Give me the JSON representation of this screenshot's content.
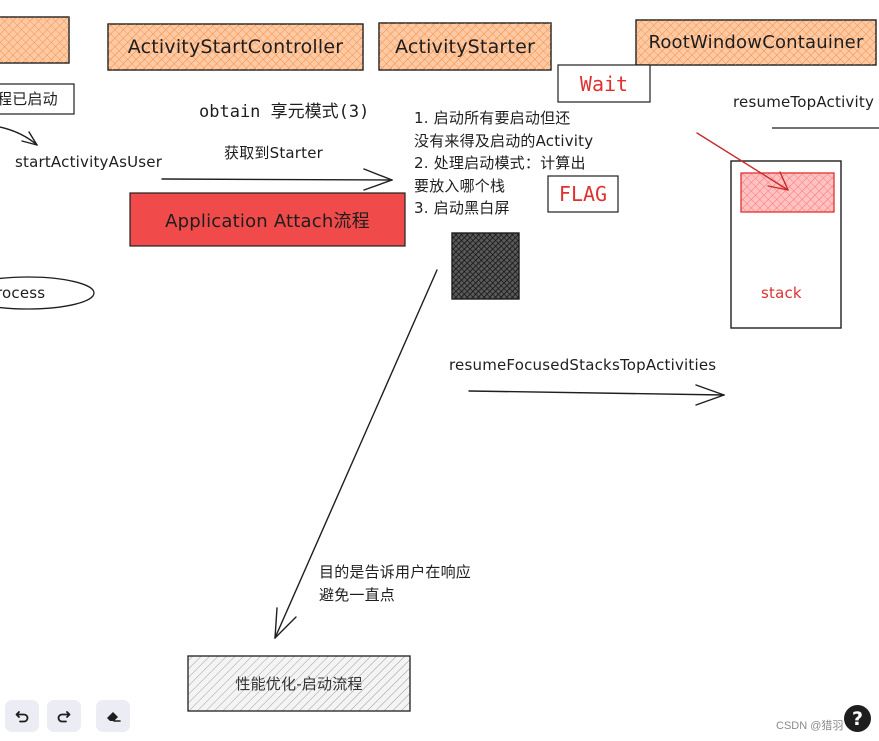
{
  "colors": {
    "orange": "#ffc9a4",
    "orange_hatch": "#f08c3c",
    "red_fill": "#f03e3e",
    "red_text": "#e03131",
    "pink_fill": "#ffb3b3",
    "gray_hatch": "#bdbdbd",
    "stroke": "#1e1e1e"
  },
  "boxes": {
    "unnamed_orange": "",
    "activity_start_controller": "ActivityStartController",
    "activity_starter": "ActivityStarter",
    "root_window_container": "RootWindowContauiner"
  },
  "labels": {
    "process_started": "程已启动",
    "start_activity_as_user": "startActivityAsUser",
    "obtain_flyweight": "obtain 享元模式(3)",
    "get_starter": "获取到Starter",
    "application_attach": "Application Attach流程",
    "process_ellipse": "rocess",
    "wait": "Wait",
    "flag": "FLAG",
    "resume_top_activity": "resumeTopActivity",
    "stack": "stack",
    "resume_focused": "resumeFocusedStacksTopActivities",
    "purpose_line1": "目的是告诉用户在响应",
    "purpose_line2": "避免一直点",
    "perf_box": "性能优化-启动流程"
  },
  "steps": [
    "1. 启动所有要启动但还",
    "没有来得及启动的Activity",
    "2. 处理启动模式：计算出",
    "要放入哪个栈",
    "3. 启动黑白屏"
  ],
  "toolbar": {
    "undo_icon": "undo-icon",
    "redo_icon": "redo-icon",
    "eraser_icon": "eraser-icon",
    "help_label": "?"
  },
  "watermark": "CSDN @猎羽"
}
